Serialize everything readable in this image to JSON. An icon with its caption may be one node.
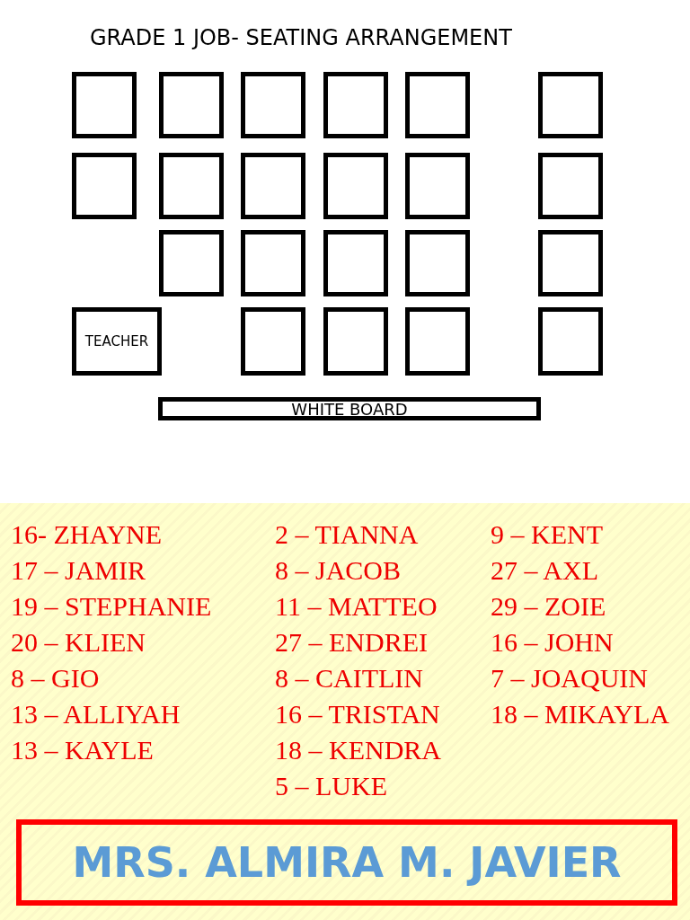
{
  "diagram": {
    "title": "GRADE 1 JOB- SEATING ARRANGEMENT",
    "nodes": [
      {
        "text": [],
        "shape": "box"
      },
      {
        "text": [],
        "shape": "box"
      },
      {
        "text": [],
        "shape": "box"
      },
      {
        "text": [],
        "shape": "box"
      },
      {
        "text": [],
        "shape": "box"
      },
      {
        "text": [],
        "shape": "box"
      },
      {
        "text": [],
        "shape": "box"
      },
      {
        "text": [],
        "shape": "box"
      },
      {
        "text": [],
        "shape": "box"
      },
      {
        "text": [],
        "shape": "box"
      },
      {
        "text": [],
        "shape": "box"
      },
      {
        "text": [],
        "shape": "box"
      },
      {
        "text": [],
        "shape": "box"
      },
      {
        "text": [],
        "shape": "box"
      },
      {
        "text": [],
        "shape": "box"
      },
      {
        "text": [],
        "shape": "box"
      },
      {
        "text": [],
        "shape": "box"
      },
      {
        "text": [
          "TEACHER"
        ]
      },
      {
        "text": [],
        "shape": "box"
      },
      {
        "text": [],
        "shape": "box"
      },
      {
        "text": [],
        "shape": "box"
      },
      {
        "text": [],
        "shape": "box"
      },
      {
        "text": [
          "WHITE BOARD"
        ]
      },
      {
        "text": [
          "MRS. ALMIRA M. JAVIER"
        ]
      }
    ],
    "edges": [],
    "labels": [
      "16- ZHAYNE",
      "2 – TIANNA",
      "9 – KENT",
      "17 – JAMIR",
      "8 – JACOB",
      "27 – AXL",
      "19 – STEPHANIE",
      "11 – MATTEO",
      "29 – ZOIE",
      "20 – KLIEN",
      "27 – ENDREI",
      "16 – JOHN",
      "8 – GIO",
      "8 – CAITLIN",
      "7 – JOAQUIN",
      "13 – ALLIYAH",
      "16 – TRISTAN",
      "18 – MIKAYLA",
      "13 – KAYLE",
      "18 – KENDRA",
      "5 – LUKE"
    ]
  }
}
